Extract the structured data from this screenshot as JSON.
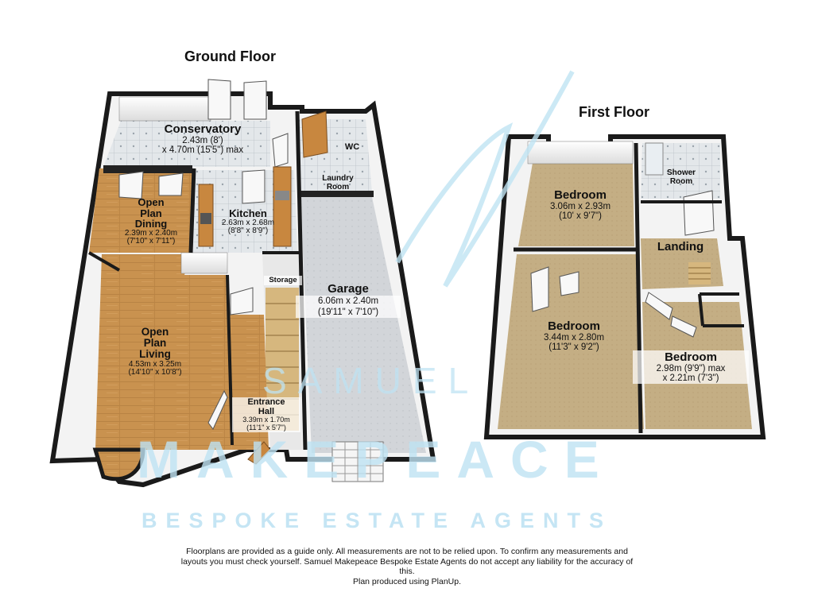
{
  "floors": {
    "ground": "Ground Floor",
    "first": "First Floor"
  },
  "rooms": {
    "conservatory": {
      "name": "Conservatory",
      "line1": "2.43m (8')",
      "line2": "x 4.70m (15'5\") max"
    },
    "wc": {
      "name": "WC"
    },
    "laundry": {
      "name1": "Laundry",
      "name2": "Room"
    },
    "dining": {
      "name1": "Open",
      "name2": "Plan",
      "name3": "Dining",
      "dims1": "2.39m x 2.40m",
      "dims2": "(7'10\" x 7'11\")"
    },
    "kitchen": {
      "name": "Kitchen",
      "dims1": "2.63m x 2.68m",
      "dims2": "(8'8\" x 8'9\")"
    },
    "storage": {
      "name": "Storage"
    },
    "garage": {
      "name": "Garage",
      "dims1": "6.06m x 2.40m",
      "dims2": "(19'11\" x 7'10\")"
    },
    "living": {
      "name1": "Open",
      "name2": "Plan",
      "name3": "Living",
      "dims1": "4.53m x 3.25m",
      "dims2": "(14'10\" x 10'8\")"
    },
    "hall": {
      "name1": "Entrance",
      "name2": "Hall",
      "dims1": "3.39m x 1.70m",
      "dims2": "(11'1\" x 5'7\")"
    },
    "bedroom1": {
      "name": "Bedroom",
      "dims1": "3.06m x 2.93m",
      "dims2": "(10' x 9'7\")"
    },
    "shower": {
      "name1": "Shower",
      "name2": "Room"
    },
    "landing": {
      "name": "Landing"
    },
    "bedroom2": {
      "name": "Bedroom",
      "dims1": "3.44m x 2.80m",
      "dims2": "(11'3\" x 9'2\")"
    },
    "bedroom3": {
      "name": "Bedroom",
      "dims1": "2.98m (9'9\") max",
      "dims2": "x 2.21m (7'3\")"
    }
  },
  "watermark": {
    "line1": "SAMUEL",
    "line2": "MAKEPEACE",
    "line3": "BESPOKE ESTATE AGENTS"
  },
  "disclaimer": {
    "line1": "Floorplans are provided as a guide only.  All measurements are not to be relied upon. To confirm any measurements and",
    "line2": "layouts you must check yourself.  Samuel Makepeace Bespoke Estate Agents do not accept any liability for the accuracy of",
    "line3": "this.",
    "line4": "Plan produced using PlanUp."
  },
  "colors": {
    "wall": "#1a1a1a",
    "wall_face": "#f2f2f2",
    "wood_floor": "#c9924f",
    "carpet": "#c2ad83",
    "tile": "#dfe3e6",
    "garage_floor": "#cfd2d6",
    "watermark": "#bfe3f3"
  }
}
